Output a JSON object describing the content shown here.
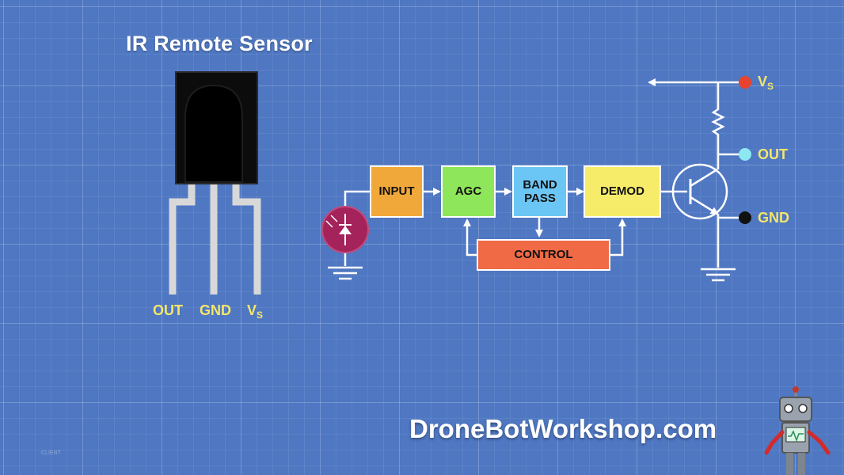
{
  "title": "IR Remote Sensor",
  "pins": {
    "out": "OUT",
    "gnd": "GND",
    "vs_main": "V",
    "vs_sub": "S"
  },
  "blocks": {
    "input": "INPUT",
    "agc": "AGC",
    "band_line1": "BAND",
    "band_line2": "PASS",
    "demod": "DEMOD",
    "control": "CONTROL"
  },
  "terminals": {
    "vs_main": "V",
    "vs_sub": "S",
    "out": "OUT",
    "gnd": "GND"
  },
  "brand": "DroneBotWorkshop.com",
  "tiny_text": "CLIENT",
  "colors": {
    "background": "#4f77c2",
    "input": "#f1a83a",
    "agc": "#8ee65a",
    "bandpass": "#6cc6f5",
    "demod": "#f7ec6a",
    "control": "#f06a45",
    "label_yellow": "#f4e66a",
    "vs_dot": "#e8432f",
    "out_dot": "#8ee8f2",
    "gnd_dot": "#111111",
    "photodiode": "#a3235a"
  },
  "icons": [
    "photodiode-icon",
    "transistor-icon",
    "resistor-icon",
    "ground-icon",
    "robot-mascot-icon"
  ]
}
